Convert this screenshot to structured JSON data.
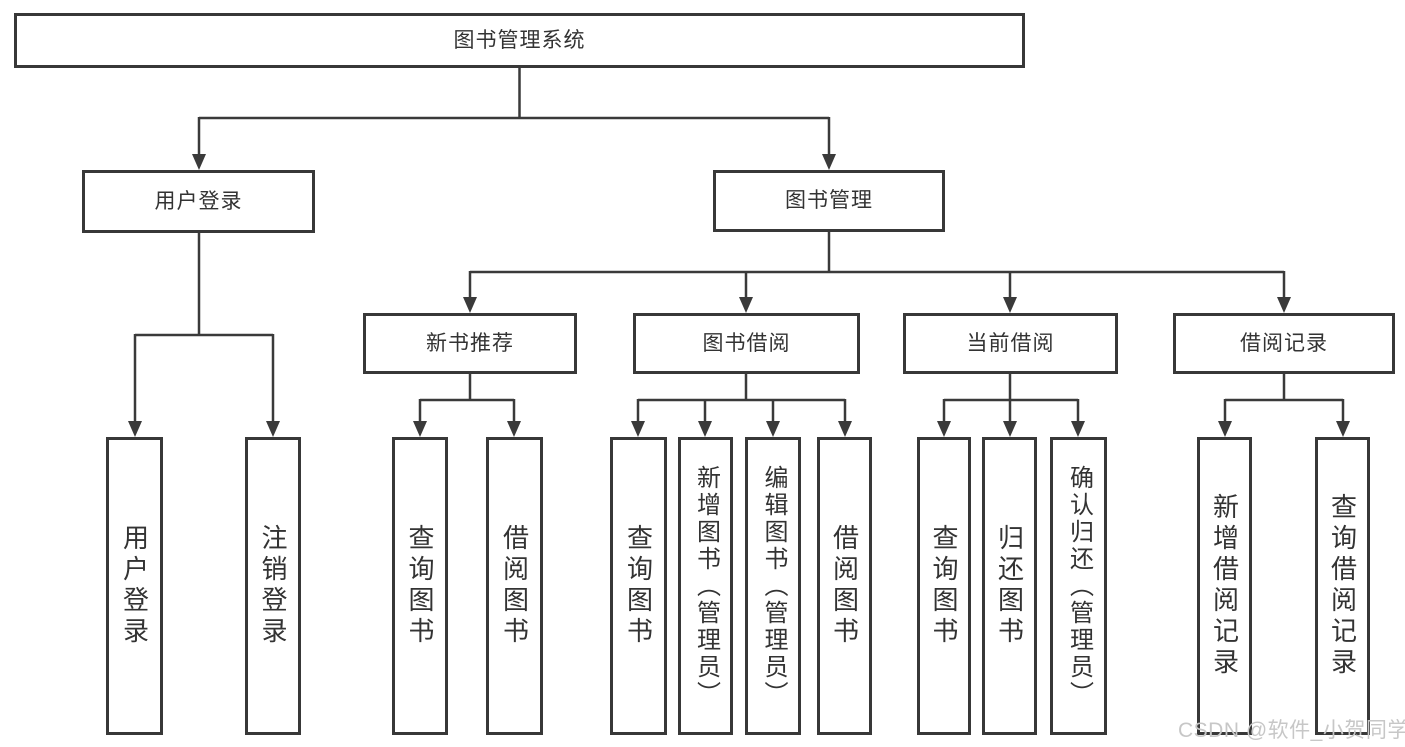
{
  "colors": {
    "background": "#ffffff",
    "line": "#3a3a3a",
    "box_border": "#383838",
    "text": "#333333",
    "watermark": "#c7c7c7"
  },
  "watermark": "CSDN @软件_小贺同学",
  "tree": {
    "label": "图书管理系统",
    "children": [
      {
        "label": "用户登录",
        "children": [
          {
            "label": "用户登录"
          },
          {
            "label": "注销登录"
          }
        ]
      },
      {
        "label": "图书管理",
        "children": [
          {
            "label": "新书推荐",
            "children": [
              {
                "label": "查询图书"
              },
              {
                "label": "借阅图书"
              }
            ]
          },
          {
            "label": "图书借阅",
            "children": [
              {
                "label": "查询图书"
              },
              {
                "label": "新增图书（管理员）"
              },
              {
                "label": "编辑图书（管理员）"
              },
              {
                "label": "借阅图书"
              }
            ]
          },
          {
            "label": "当前借阅",
            "children": [
              {
                "label": "查询图书"
              },
              {
                "label": "归还图书"
              },
              {
                "label": "确认归还（管理员）"
              }
            ]
          },
          {
            "label": "借阅记录",
            "children": [
              {
                "label": "新增借阅记录"
              },
              {
                "label": "查询借阅记录"
              }
            ]
          }
        ]
      }
    ]
  }
}
